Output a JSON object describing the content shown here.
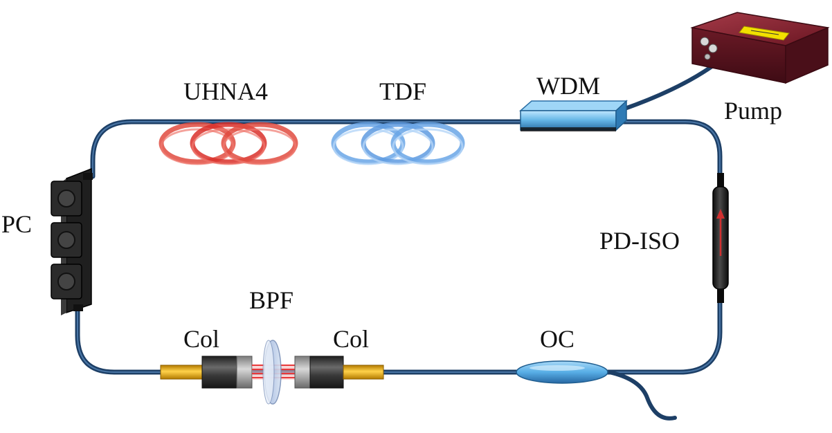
{
  "labels": {
    "uhna4": "UHNA4",
    "tdf": "TDF",
    "wdm": "WDM",
    "pump": "Pump",
    "pc": "PC",
    "pd_iso": "PD-ISO",
    "bpf": "BPF",
    "col_left": "Col",
    "col_right": "Col",
    "oc": "OC"
  },
  "colors": {
    "fiber": "#2f5d8e",
    "uhna4_coil": "#d9302a",
    "tdf_coil": "#5f9be0",
    "wdm_body": "#63b5e6",
    "pump_case": "#7a1c2a",
    "pump_warning_label": "#f2e000",
    "pc_body": "#2a2a2a",
    "isolator_body": "#1a1a1a",
    "isolator_arrow": "#d03030",
    "collimator_ferrule": "#f0b000",
    "collimator_body": "#3f3f3f",
    "beam": "#e8383a",
    "oc_body": "#58aee6"
  }
}
